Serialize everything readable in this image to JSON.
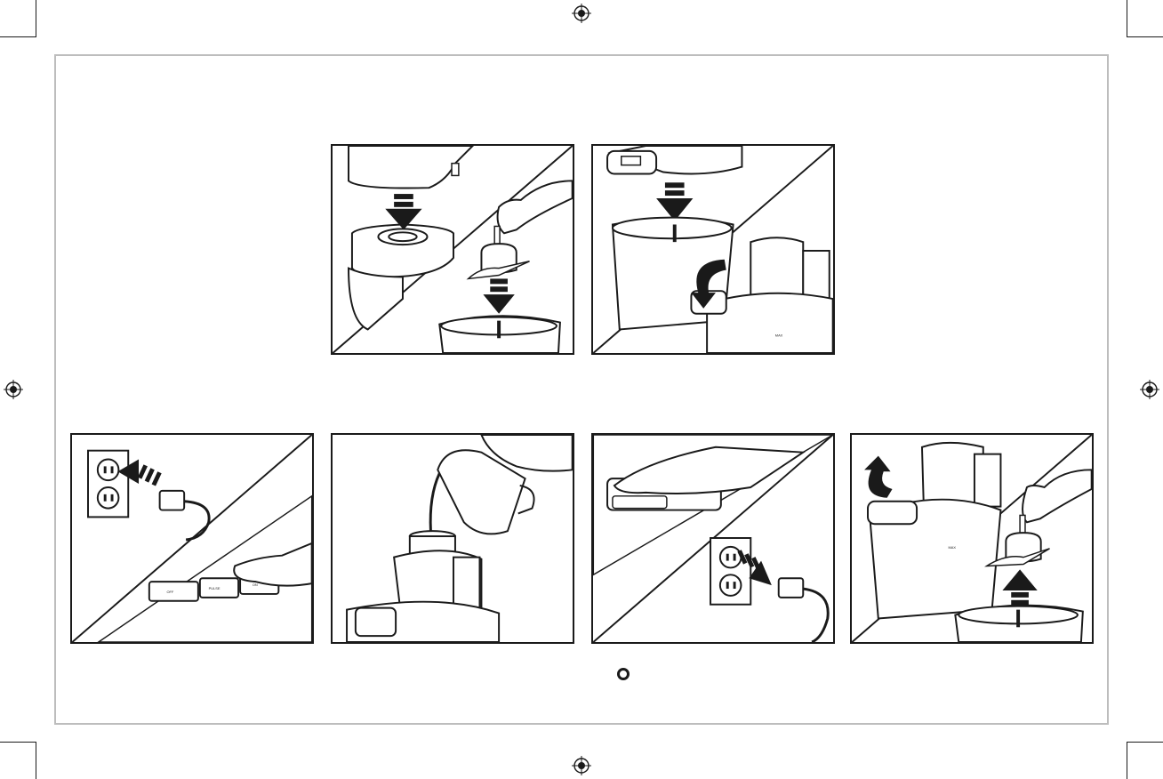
{
  "page": {
    "accent_color": "#1a1a1a",
    "frame_color": "#bdbdbd",
    "background_color": "#ffffff"
  },
  "panels": [
    {
      "id": "assemble-blade",
      "icons": [
        "motor-base",
        "bowl-lid",
        "blade-assembly",
        "down-arrow"
      ]
    },
    {
      "id": "lock-lid",
      "icons": [
        "work-bowl",
        "lid",
        "rotate-arrow",
        "down-arrow"
      ]
    },
    {
      "id": "plug-in-and-start",
      "icons": [
        "wall-outlet",
        "plug",
        "control-button",
        "finger"
      ]
    },
    {
      "id": "pour-ingredients",
      "icons": [
        "pitcher",
        "feed-chute",
        "hand"
      ]
    },
    {
      "id": "turn-off-and-unplug",
      "icons": [
        "control-button",
        "wall-outlet",
        "plug"
      ]
    },
    {
      "id": "remove-lid-and-blade",
      "icons": [
        "lid",
        "rotate-arrow",
        "blade-assembly",
        "up-arrow"
      ]
    }
  ],
  "button_labels": [
    "OFF",
    "PULSE",
    "ON"
  ],
  "bowl_marking": "MAX"
}
